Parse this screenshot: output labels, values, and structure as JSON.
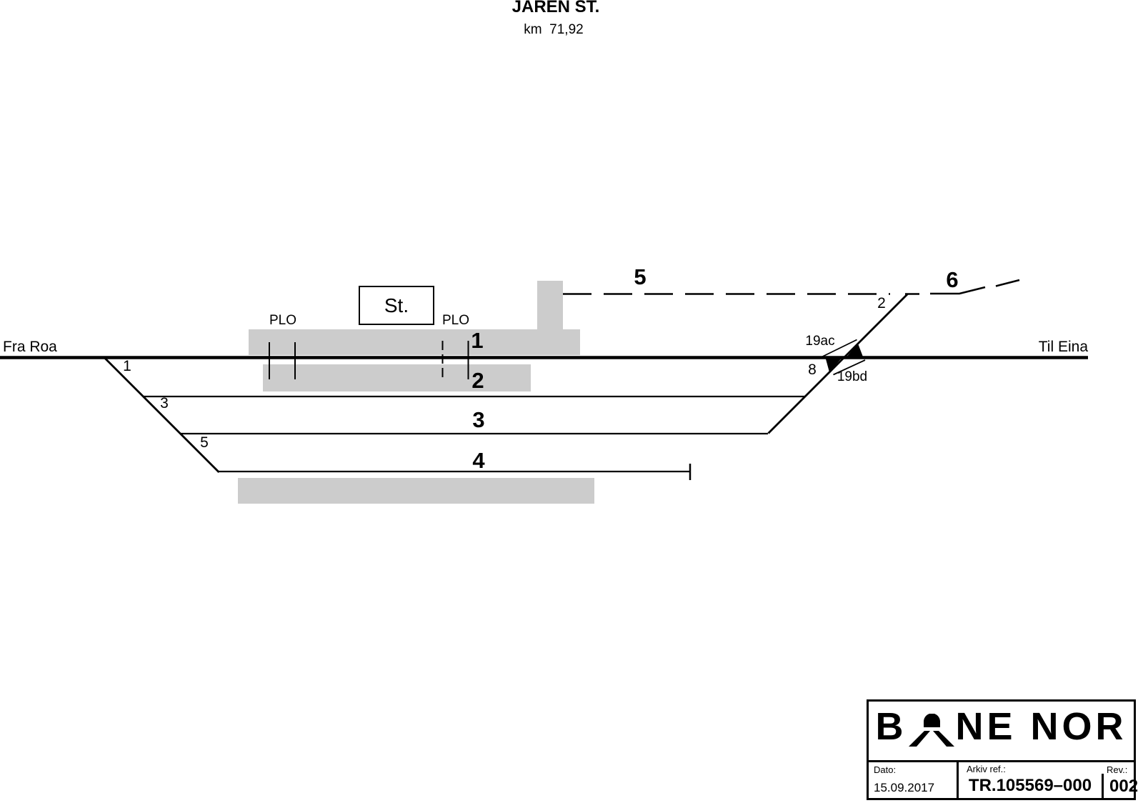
{
  "header": {
    "title": "JAREN ST.",
    "km": "km  71,92"
  },
  "endpoints": {
    "left": "Fra Roa",
    "right": "Til Eina"
  },
  "station_building": {
    "label": "St."
  },
  "level_crossings": {
    "left": "PLO",
    "right": "PLO"
  },
  "track_numbers": {
    "track1": "1",
    "track2": "2",
    "track3": "3",
    "track4": "4",
    "track5": "5",
    "track6": "6"
  },
  "switch_numbers": {
    "switch1": "1",
    "switch3": "3",
    "switch5": "5",
    "switch2": "2",
    "switch8": "8"
  },
  "crossover_labels": {
    "upper": "19ac",
    "lower": "19bd"
  },
  "title_block": {
    "brand_b": "B",
    "brand_rest": "NE NOR",
    "dato_label": "Dato:",
    "dato_value": "15.09.2017",
    "arkiv_label": "Arkiv ref.:",
    "arkiv_value": "TR.105569–000",
    "rev_label": "Rev.:",
    "rev_value": "002"
  },
  "colors": {
    "ink": "#000000",
    "platform": "#cccccc",
    "background": "#ffffff"
  }
}
